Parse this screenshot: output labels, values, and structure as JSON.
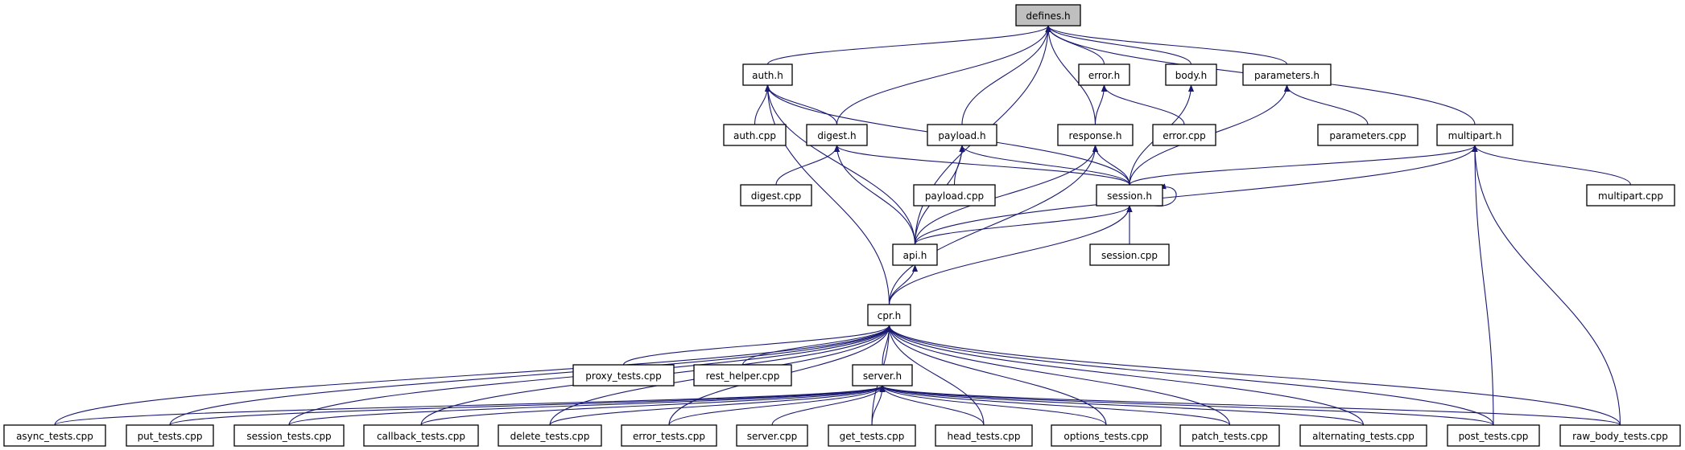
{
  "graph": {
    "root": "defines_h",
    "edge_color": "#191970",
    "root_fill": "#bfbfbf",
    "nodes": {
      "defines_h": "defines.h",
      "auth_h": "auth.h",
      "error_h": "error.h",
      "body_h": "body.h",
      "parameters_h": "parameters.h",
      "auth_cpp": "auth.cpp",
      "digest_h": "digest.h",
      "payload_h": "payload.h",
      "response_h": "response.h",
      "error_cpp": "error.cpp",
      "parameters_cpp": "parameters.cpp",
      "multipart_h": "multipart.h",
      "digest_cpp": "digest.cpp",
      "payload_cpp": "payload.cpp",
      "session_h": "session.h",
      "multipart_cpp": "multipart.cpp",
      "api_h": "api.h",
      "session_cpp": "session.cpp",
      "cpr_h": "cpr.h",
      "proxy_tests_cpp": "proxy_tests.cpp",
      "rest_helper_cpp": "rest_helper.cpp",
      "server_h": "server.h",
      "async_tests_cpp": "async_tests.cpp",
      "put_tests_cpp": "put_tests.cpp",
      "session_tests_cpp": "session_tests.cpp",
      "callback_tests_cpp": "callback_tests.cpp",
      "delete_tests_cpp": "delete_tests.cpp",
      "error_tests_cpp": "error_tests.cpp",
      "server_cpp": "server.cpp",
      "get_tests_cpp": "get_tests.cpp",
      "head_tests_cpp": "head_tests.cpp",
      "options_tests_cpp": "options_tests.cpp",
      "patch_tests_cpp": "patch_tests.cpp",
      "alternating_tests_cpp": "alternating_tests.cpp",
      "post_tests_cpp": "post_tests.cpp",
      "raw_body_tests_cpp": "raw_body_tests.cpp"
    },
    "edges": [
      [
        "auth_h",
        "defines_h"
      ],
      [
        "digest_h",
        "defines_h"
      ],
      [
        "api_h",
        "defines_h"
      ],
      [
        "payload_h",
        "defines_h"
      ],
      [
        "response_h",
        "defines_h"
      ],
      [
        "error_h",
        "defines_h"
      ],
      [
        "body_h",
        "defines_h"
      ],
      [
        "parameters_h",
        "defines_h"
      ],
      [
        "multipart_h",
        "defines_h"
      ],
      [
        "auth_cpp",
        "auth_h"
      ],
      [
        "digest_h",
        "auth_h"
      ],
      [
        "session_h",
        "auth_h"
      ],
      [
        "api_h",
        "auth_h"
      ],
      [
        "cpr_h",
        "auth_h"
      ],
      [
        "digest_cpp",
        "digest_h"
      ],
      [
        "session_h",
        "digest_h"
      ],
      [
        "api_h",
        "digest_h"
      ],
      [
        "payload_cpp",
        "payload_h"
      ],
      [
        "session_h",
        "payload_h"
      ],
      [
        "api_h",
        "payload_h"
      ],
      [
        "response_h",
        "error_h"
      ],
      [
        "error_cpp",
        "error_h"
      ],
      [
        "session_h",
        "response_h"
      ],
      [
        "api_h",
        "response_h"
      ],
      [
        "cpr_h",
        "response_h"
      ],
      [
        "session_h",
        "body_h"
      ],
      [
        "session_h",
        "parameters_h"
      ],
      [
        "parameters_cpp",
        "parameters_h"
      ],
      [
        "session_h",
        "multipart_h"
      ],
      [
        "api_h",
        "multipart_h"
      ],
      [
        "multipart_cpp",
        "multipart_h"
      ],
      [
        "post_tests_cpp",
        "multipart_h"
      ],
      [
        "raw_body_tests_cpp",
        "multipart_h"
      ],
      [
        "session_h",
        "session_h"
      ],
      [
        "api_h",
        "session_h"
      ],
      [
        "cpr_h",
        "session_h"
      ],
      [
        "session_cpp",
        "session_h"
      ],
      [
        "cpr_h",
        "api_h"
      ],
      [
        "server_h",
        "cpr_h"
      ],
      [
        "proxy_tests_cpp",
        "cpr_h"
      ],
      [
        "rest_helper_cpp",
        "cpr_h"
      ],
      [
        "async_tests_cpp",
        "cpr_h"
      ],
      [
        "put_tests_cpp",
        "cpr_h"
      ],
      [
        "session_tests_cpp",
        "cpr_h"
      ],
      [
        "callback_tests_cpp",
        "cpr_h"
      ],
      [
        "delete_tests_cpp",
        "cpr_h"
      ],
      [
        "error_tests_cpp",
        "cpr_h"
      ],
      [
        "get_tests_cpp",
        "cpr_h"
      ],
      [
        "head_tests_cpp",
        "cpr_h"
      ],
      [
        "options_tests_cpp",
        "cpr_h"
      ],
      [
        "patch_tests_cpp",
        "cpr_h"
      ],
      [
        "alternating_tests_cpp",
        "cpr_h"
      ],
      [
        "post_tests_cpp",
        "cpr_h"
      ],
      [
        "raw_body_tests_cpp",
        "cpr_h"
      ],
      [
        "async_tests_cpp",
        "server_h"
      ],
      [
        "put_tests_cpp",
        "server_h"
      ],
      [
        "session_tests_cpp",
        "server_h"
      ],
      [
        "callback_tests_cpp",
        "server_h"
      ],
      [
        "delete_tests_cpp",
        "server_h"
      ],
      [
        "error_tests_cpp",
        "server_h"
      ],
      [
        "server_cpp",
        "server_h"
      ],
      [
        "get_tests_cpp",
        "server_h"
      ],
      [
        "head_tests_cpp",
        "server_h"
      ],
      [
        "options_tests_cpp",
        "server_h"
      ],
      [
        "patch_tests_cpp",
        "server_h"
      ],
      [
        "alternating_tests_cpp",
        "server_h"
      ],
      [
        "post_tests_cpp",
        "server_h"
      ],
      [
        "raw_body_tests_cpp",
        "server_h"
      ]
    ]
  }
}
